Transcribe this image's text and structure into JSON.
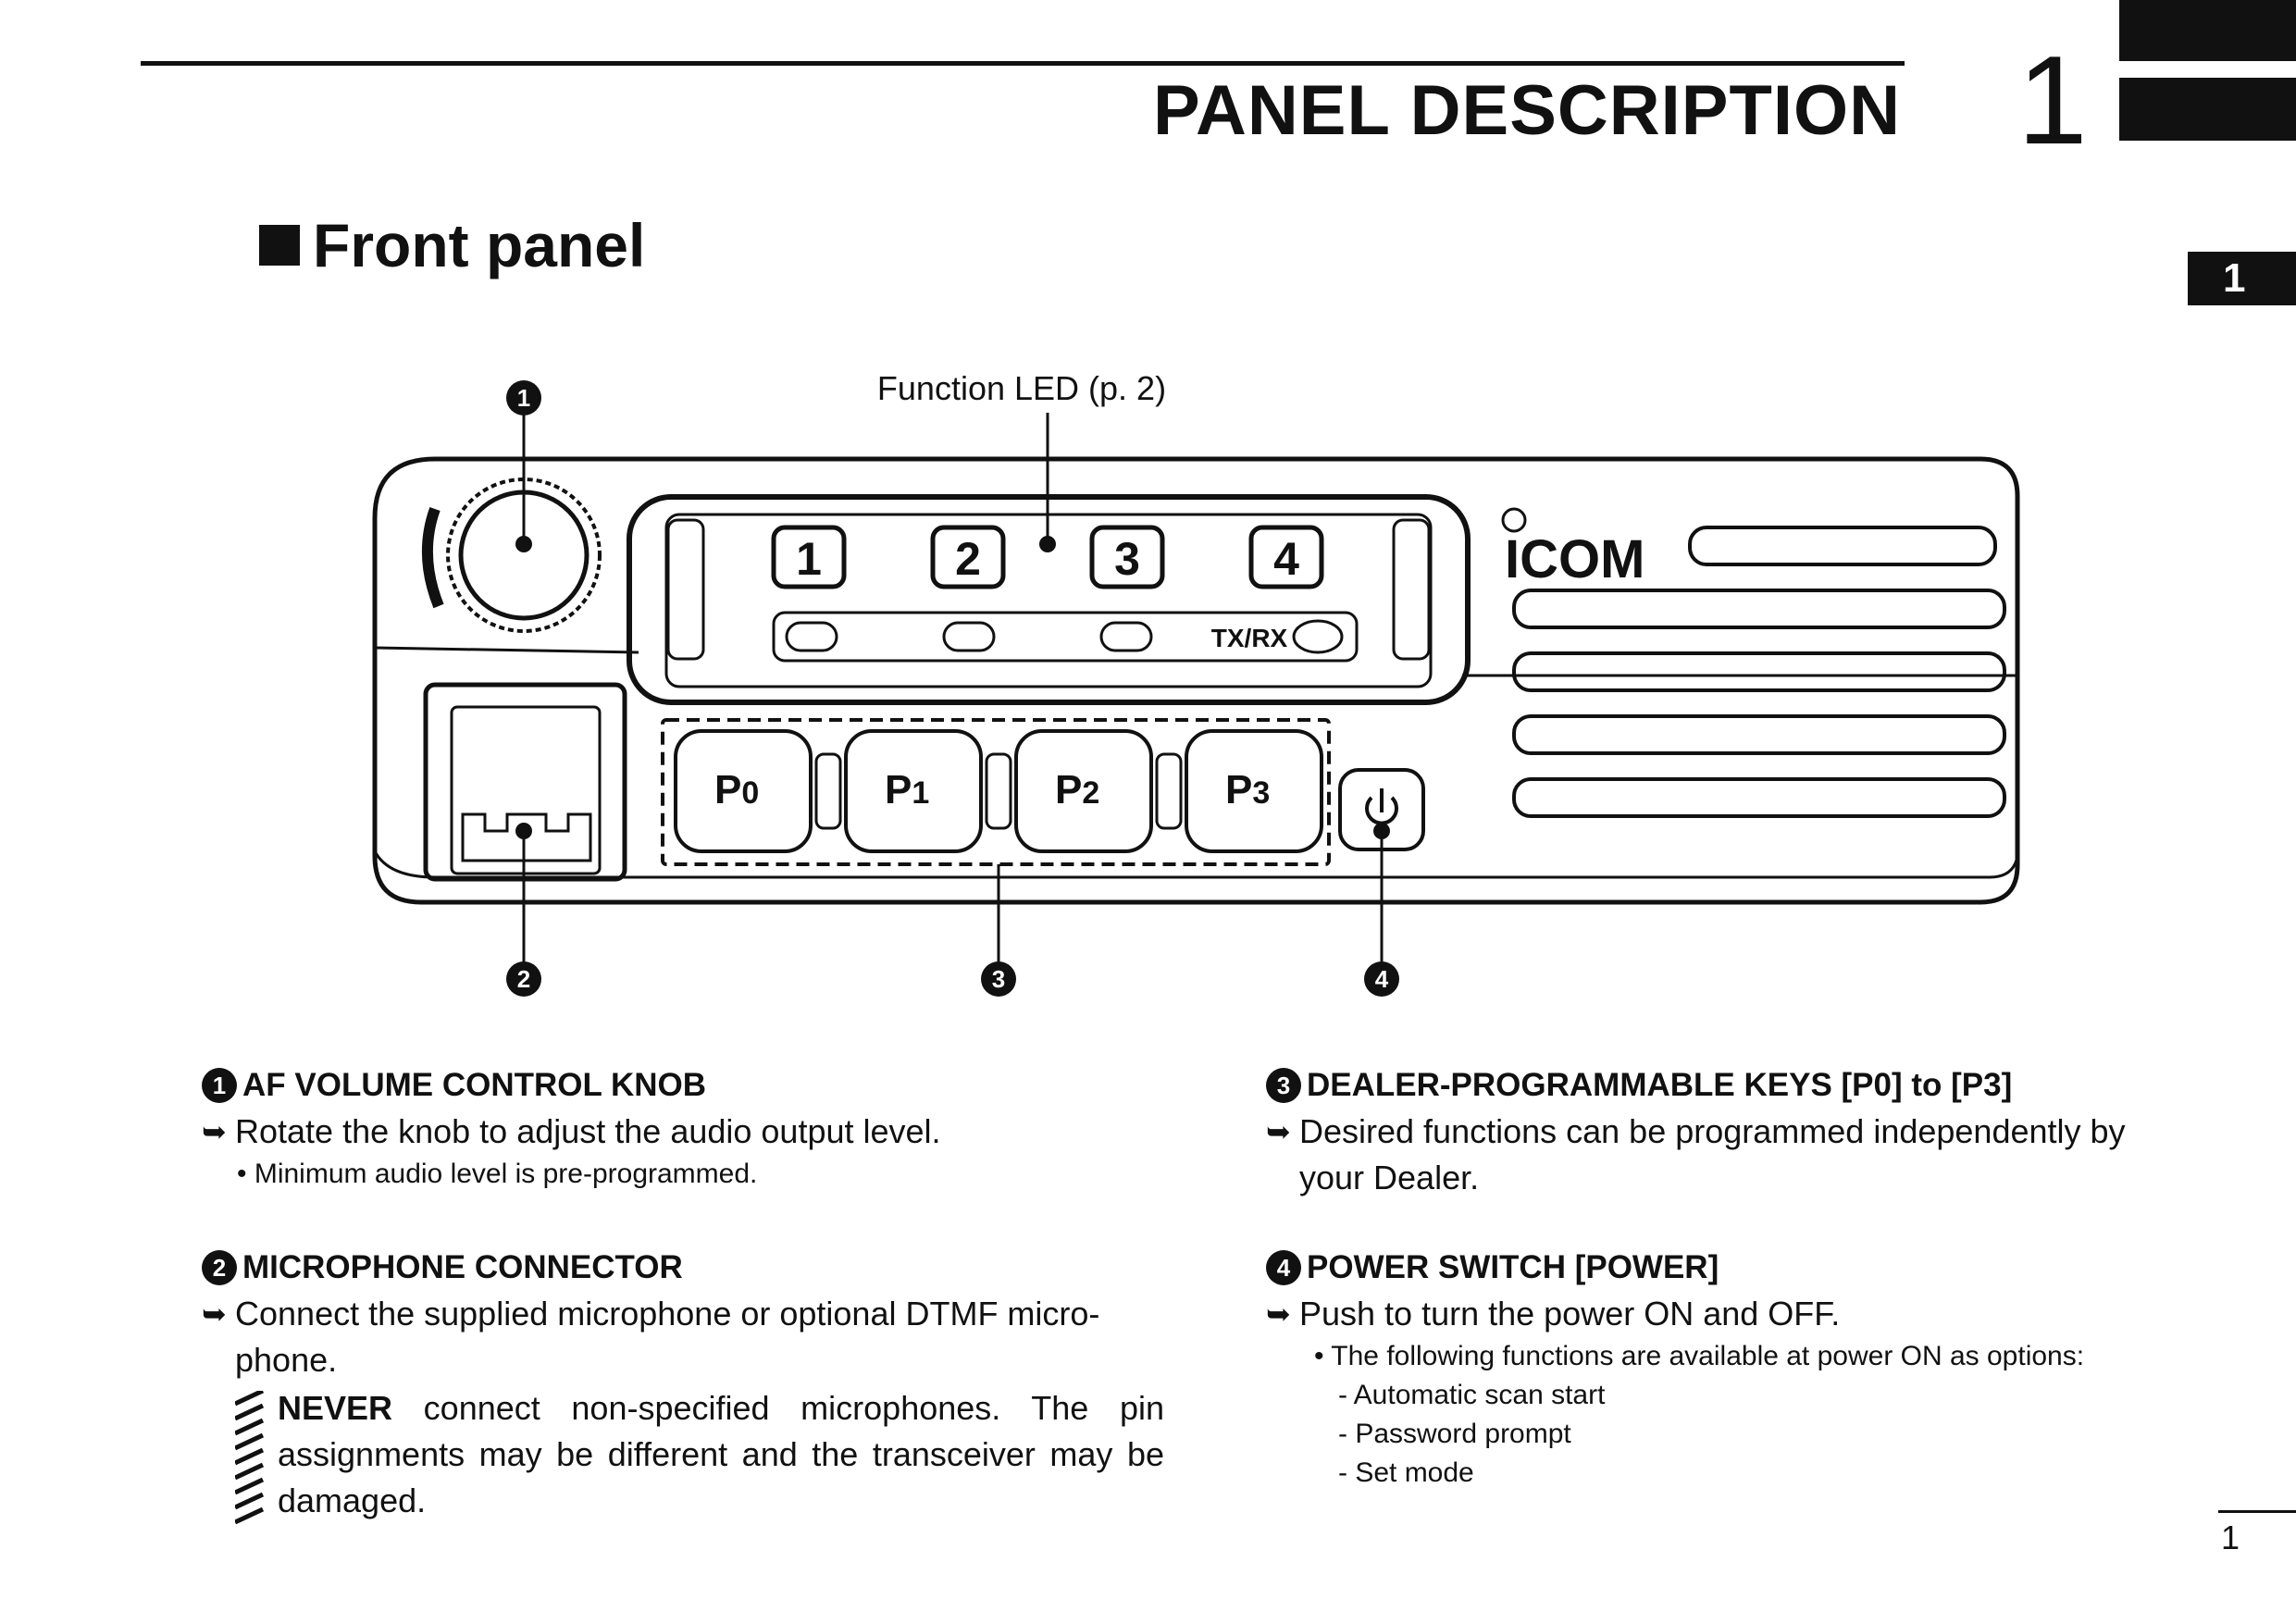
{
  "header": {
    "title": "PANEL DESCRIPTION",
    "chapter_number": "1",
    "chapter_tab": "1"
  },
  "section": {
    "title": "Front panel"
  },
  "diagram": {
    "callout_led": "Function LED (p. 2)",
    "callouts": [
      "1",
      "2",
      "3",
      "4"
    ],
    "number_keys": [
      "1",
      "2",
      "3",
      "4"
    ],
    "txrx_label": "TX/RX",
    "brand": "ICOM",
    "p_keys": [
      {
        "letter": "P",
        "sub": "0"
      },
      {
        "letter": "P",
        "sub": "1"
      },
      {
        "letter": "P",
        "sub": "2"
      },
      {
        "letter": "P",
        "sub": "3"
      }
    ],
    "power_symbol": "⏻"
  },
  "descriptions": {
    "af": {
      "num": "1",
      "title": "AF VOLUME CONTROL KNOB",
      "text": "Rotate the knob to adjust the audio output level.",
      "bullet": "• Minimum audio level is pre-programmed."
    },
    "mic": {
      "num": "2",
      "title": "MICROPHONE CONNECTOR",
      "text_1": "Connect the supplied microphone or optional DTMF micro-",
      "text_2": "phone.",
      "warning_strong": "NEVER",
      "warning_text": " connect non-specified microphones. The pin assignments may be different and the transceiver may be damaged."
    },
    "keys": {
      "num": "3",
      "title": "DEALER-PROGRAMMABLE KEYS [P0] to [P3]",
      "text_1": "Desired functions can be programmed independently by",
      "text_2": "your Dealer."
    },
    "power": {
      "num": "4",
      "title": "POWER SWITCH [POWER]",
      "text": "Push to turn the power ON and OFF.",
      "bullet": "• The following functions are available at power ON as options:",
      "options": [
        "- Automatic scan start",
        "- Password prompt",
        "- Set mode"
      ]
    }
  },
  "footer": {
    "page_number": "1"
  }
}
